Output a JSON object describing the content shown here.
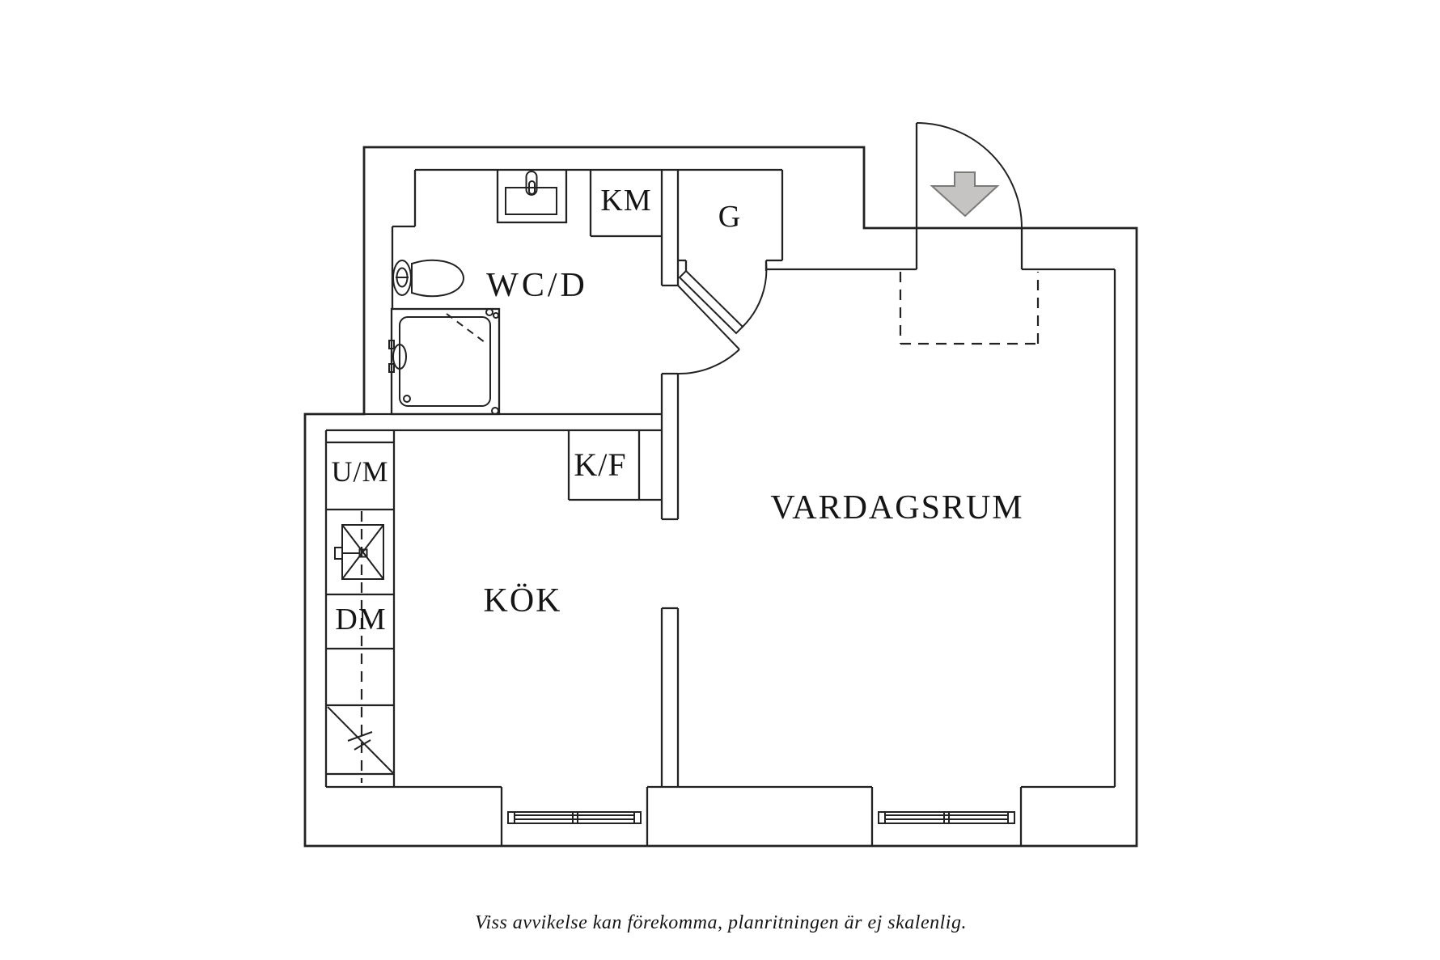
{
  "plan": {
    "rooms": {
      "wcd": {
        "label": "WC/D"
      },
      "kitchen": {
        "label": "KÖK"
      },
      "living": {
        "label": "VARDAGSRUM"
      },
      "closet": {
        "label": "G"
      }
    },
    "appliances": {
      "washer": {
        "label": "KM"
      },
      "fridge": {
        "label": "K/F"
      },
      "oven_micro": {
        "label": "U/M"
      },
      "dishwasher": {
        "label": "DM"
      }
    },
    "icons": {
      "entry": "entry-arrow-down",
      "bathroom": [
        "toilet",
        "sink",
        "shower"
      ],
      "kitchen": [
        "stove-hob",
        "counter-corner-cabinet"
      ],
      "openings": [
        "entry-door-swing",
        "wc-door-swing",
        "closet-door-swing",
        "window",
        "wardrobe-dashed"
      ]
    },
    "footer": {
      "disclaimer": "Viss avvikelse kan förekomma, planritningen är ej skalenlig."
    },
    "colors": {
      "background": "#ffffff",
      "line": "#222222",
      "text": "#151515",
      "arrow_fill": "#c5c4c2",
      "arrow_stroke": "#7a7a78"
    }
  }
}
